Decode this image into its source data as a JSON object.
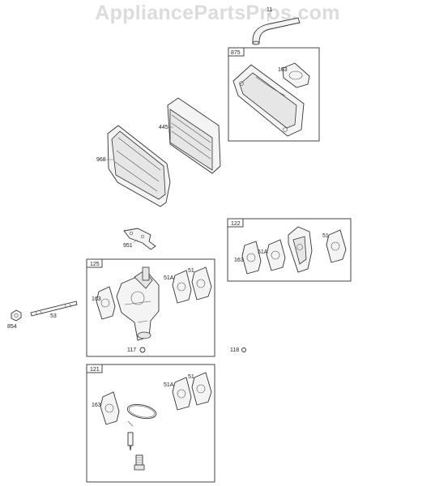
{
  "watermark": "AppliancePartsPros.com",
  "callouts": {
    "breather_tube": "11",
    "air_cleaner_cover": "968",
    "air_filter": "445",
    "air_cleaner_base_kit": "875",
    "base_gasket": "163",
    "bracket": "951",
    "intake_kit": "122",
    "intake_gasket_a": "163",
    "intake_spacer": "51A",
    "intake_gasket_b": "51",
    "carb_kit": "125",
    "carb_gasket_163": "163",
    "carb_gasket_51A": "51A",
    "carb_gasket_51": "51",
    "stud": "53",
    "nut": "854",
    "screw_117": "117",
    "screw_118": "118",
    "gasket_kit": "121",
    "kit_gasket_163": "163",
    "kit_gasket_51A": "51A",
    "kit_gasket_51": "51"
  }
}
